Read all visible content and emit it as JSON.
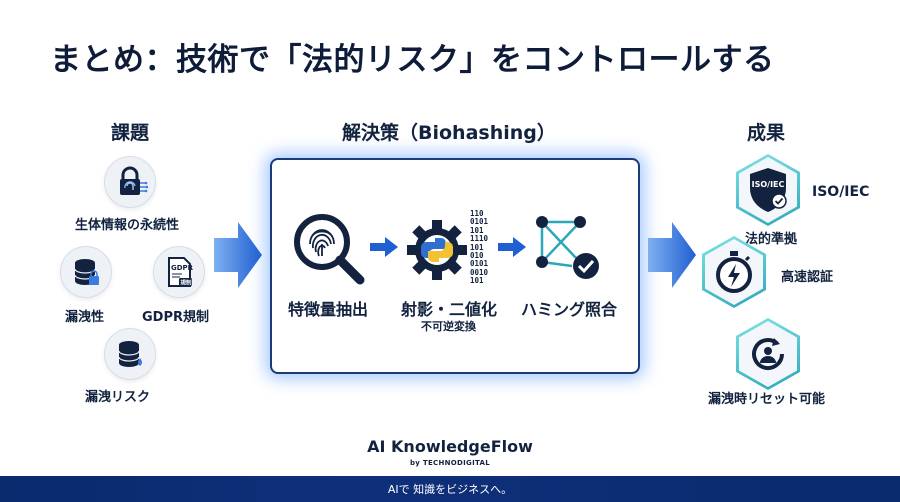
{
  "title": "まとめ：技術で「法的リスク」をコントロールする",
  "issues": {
    "heading": "課題",
    "items": [
      {
        "label": "生体情報の永続性",
        "icon": "lock-fingerprint-icon"
      },
      {
        "label": "漏洩性",
        "icon": "database-lock-icon"
      },
      {
        "label": "GDPR規制",
        "icon": "gdpr-document-icon",
        "doc_text": "GDPR",
        "stamp_text": "規制"
      },
      {
        "label": "漏洩リスク",
        "icon": "database-leak-icon"
      }
    ]
  },
  "solution": {
    "heading": "解決策（Biohashing）",
    "steps": [
      {
        "label": "特徴量抽出",
        "icon": "fingerprint-search-icon"
      },
      {
        "label": "射影・二値化",
        "sublabel": "不可逆変換",
        "icon": "gear-python-binary-icon",
        "binary": [
          "110",
          "0101",
          "101",
          "1110",
          "101",
          "010",
          "0101",
          "0010",
          "101"
        ]
      },
      {
        "label": "ハミング照合",
        "icon": "network-check-icon"
      }
    ]
  },
  "results": {
    "heading": "成果",
    "items": [
      {
        "label": "法的準拠",
        "badge_text": "ISO/IEC",
        "side_text": "ISO/IEC",
        "icon": "shield-check-icon"
      },
      {
        "label": "高速認証",
        "icon": "stopwatch-lightning-icon"
      },
      {
        "label": "漏洩時リセット可能",
        "icon": "reset-user-icon"
      }
    ]
  },
  "brand": {
    "name": "AI KnowledgeFlow",
    "sub": "by TECHNODIGITAL"
  },
  "footer": {
    "tagline": "AIで 知識をビジネスへ。"
  },
  "colors": {
    "navy": "#13233f",
    "blue": "#1f5fd1",
    "teal": "#2ca6b8",
    "footer": "#0a2a6e"
  }
}
